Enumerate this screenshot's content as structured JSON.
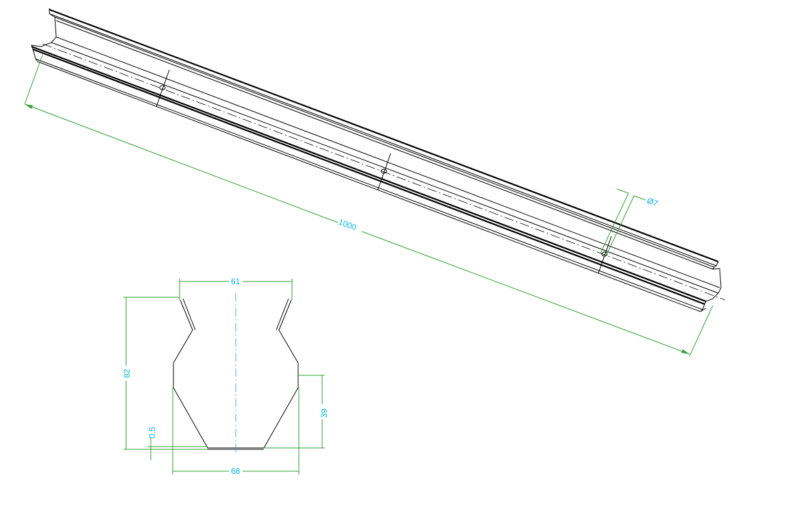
{
  "drawing": {
    "colors": {
      "object_line": "#000000",
      "dimension_line": "#2ea02e",
      "dimension_text": "#00b4e6",
      "profile_centerline": "#1e90ff",
      "background": "#ffffff"
    },
    "isometric_view": {
      "length_dimension": "1000",
      "hole_diameter_dimension": "Ø7",
      "hole_count": 3
    },
    "section_view": {
      "top_width_dimension": "61",
      "bottom_width_dimension": "68",
      "height_dimension": "82",
      "side_height_dimension": "39",
      "thickness_dimension": "0.5"
    }
  }
}
